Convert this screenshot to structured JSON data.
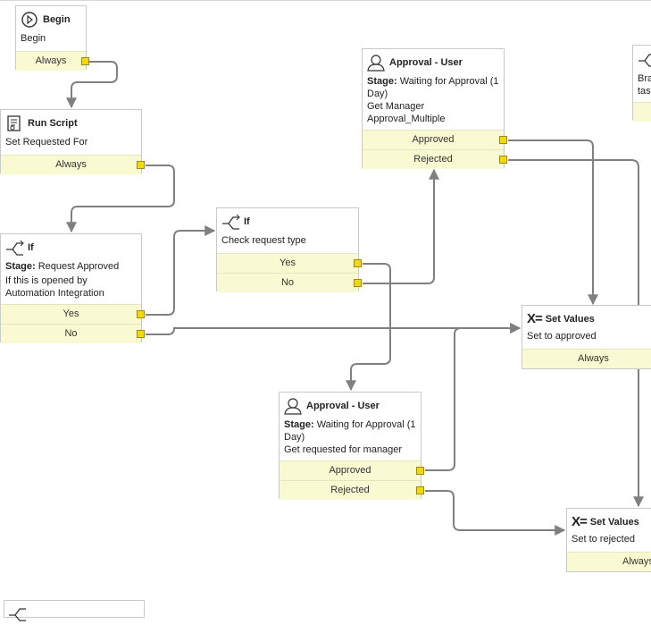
{
  "canvas": {
    "accent_port_color": "#f4d80c",
    "condition_bg": "#fafad2",
    "wire_color": "#808080"
  },
  "activities": {
    "begin": {
      "title": "Begin",
      "desc": "Begin",
      "icon": "play-icon",
      "conditions": [
        "Always"
      ]
    },
    "run_script": {
      "title": "Run Script",
      "desc": "Set Requested For",
      "icon": "script-icon",
      "conditions": [
        "Always"
      ]
    },
    "if_main": {
      "title": "If",
      "stage_label": "Stage:",
      "stage_value": "Request Approved",
      "desc": "If this is opened by Automation Integration",
      "icon": "branch-icon",
      "conditions": [
        "Yes",
        "No"
      ]
    },
    "if_check": {
      "title": "If",
      "desc": "Check request type",
      "icon": "branch-icon",
      "conditions": [
        "Yes",
        "No"
      ]
    },
    "approval_top": {
      "title": "Approval - User",
      "stage_label": "Stage:",
      "stage_value": "Waiting for Approval (1 Day)",
      "desc1": "Get Manager",
      "desc2": "Approval_Multiple",
      "icon": "user-icon",
      "conditions": [
        "Approved",
        "Rejected"
      ]
    },
    "approval_bottom": {
      "title": "Approval - User",
      "stage_label": "Stage:",
      "stage_value": "Waiting for Approval (1 Day)",
      "desc": "Get requested for manager",
      "icon": "user-icon",
      "conditions": [
        "Approved",
        "Rejected"
      ]
    },
    "set_approved": {
      "title": "Set Values",
      "desc": "Set to approved",
      "icon": "set-values-icon",
      "icon_text": "X=",
      "conditions": [
        "Always"
      ]
    },
    "set_rejected": {
      "title": "Set Values",
      "desc": "Set to rejected",
      "icon": "set-values-icon",
      "icon_text": "X=",
      "conditions": [
        "Always"
      ]
    },
    "partial_right": {
      "line1": "Bra",
      "line2": "tas"
    }
  }
}
